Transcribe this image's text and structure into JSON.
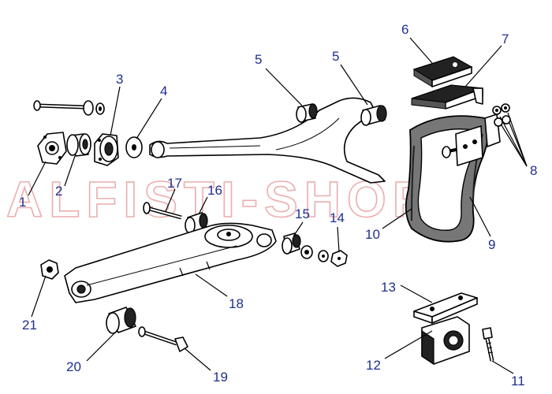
{
  "watermark": "ALFISTI-SHOP",
  "callouts": [
    {
      "id": "1",
      "text": "1"
    },
    {
      "id": "2",
      "text": "2"
    },
    {
      "id": "3",
      "text": "3"
    },
    {
      "id": "4",
      "text": "4"
    },
    {
      "id": "5a",
      "text": "5"
    },
    {
      "id": "5b",
      "text": "5"
    },
    {
      "id": "6",
      "text": "6"
    },
    {
      "id": "7",
      "text": "7"
    },
    {
      "id": "8",
      "text": "8"
    },
    {
      "id": "9",
      "text": "9"
    },
    {
      "id": "10",
      "text": "10"
    },
    {
      "id": "11",
      "text": "11"
    },
    {
      "id": "12",
      "text": "12"
    },
    {
      "id": "13",
      "text": "13"
    },
    {
      "id": "14",
      "text": "14"
    },
    {
      "id": "15",
      "text": "15"
    },
    {
      "id": "16",
      "text": "16"
    },
    {
      "id": "17",
      "text": "17"
    },
    {
      "id": "18",
      "text": "18"
    },
    {
      "id": "19",
      "text": "19"
    },
    {
      "id": "20",
      "text": "20"
    },
    {
      "id": "21",
      "text": "21"
    }
  ],
  "colors": {
    "callout": "#1f2f8f",
    "watermark": "#e8a0a0",
    "line": "#000000"
  }
}
